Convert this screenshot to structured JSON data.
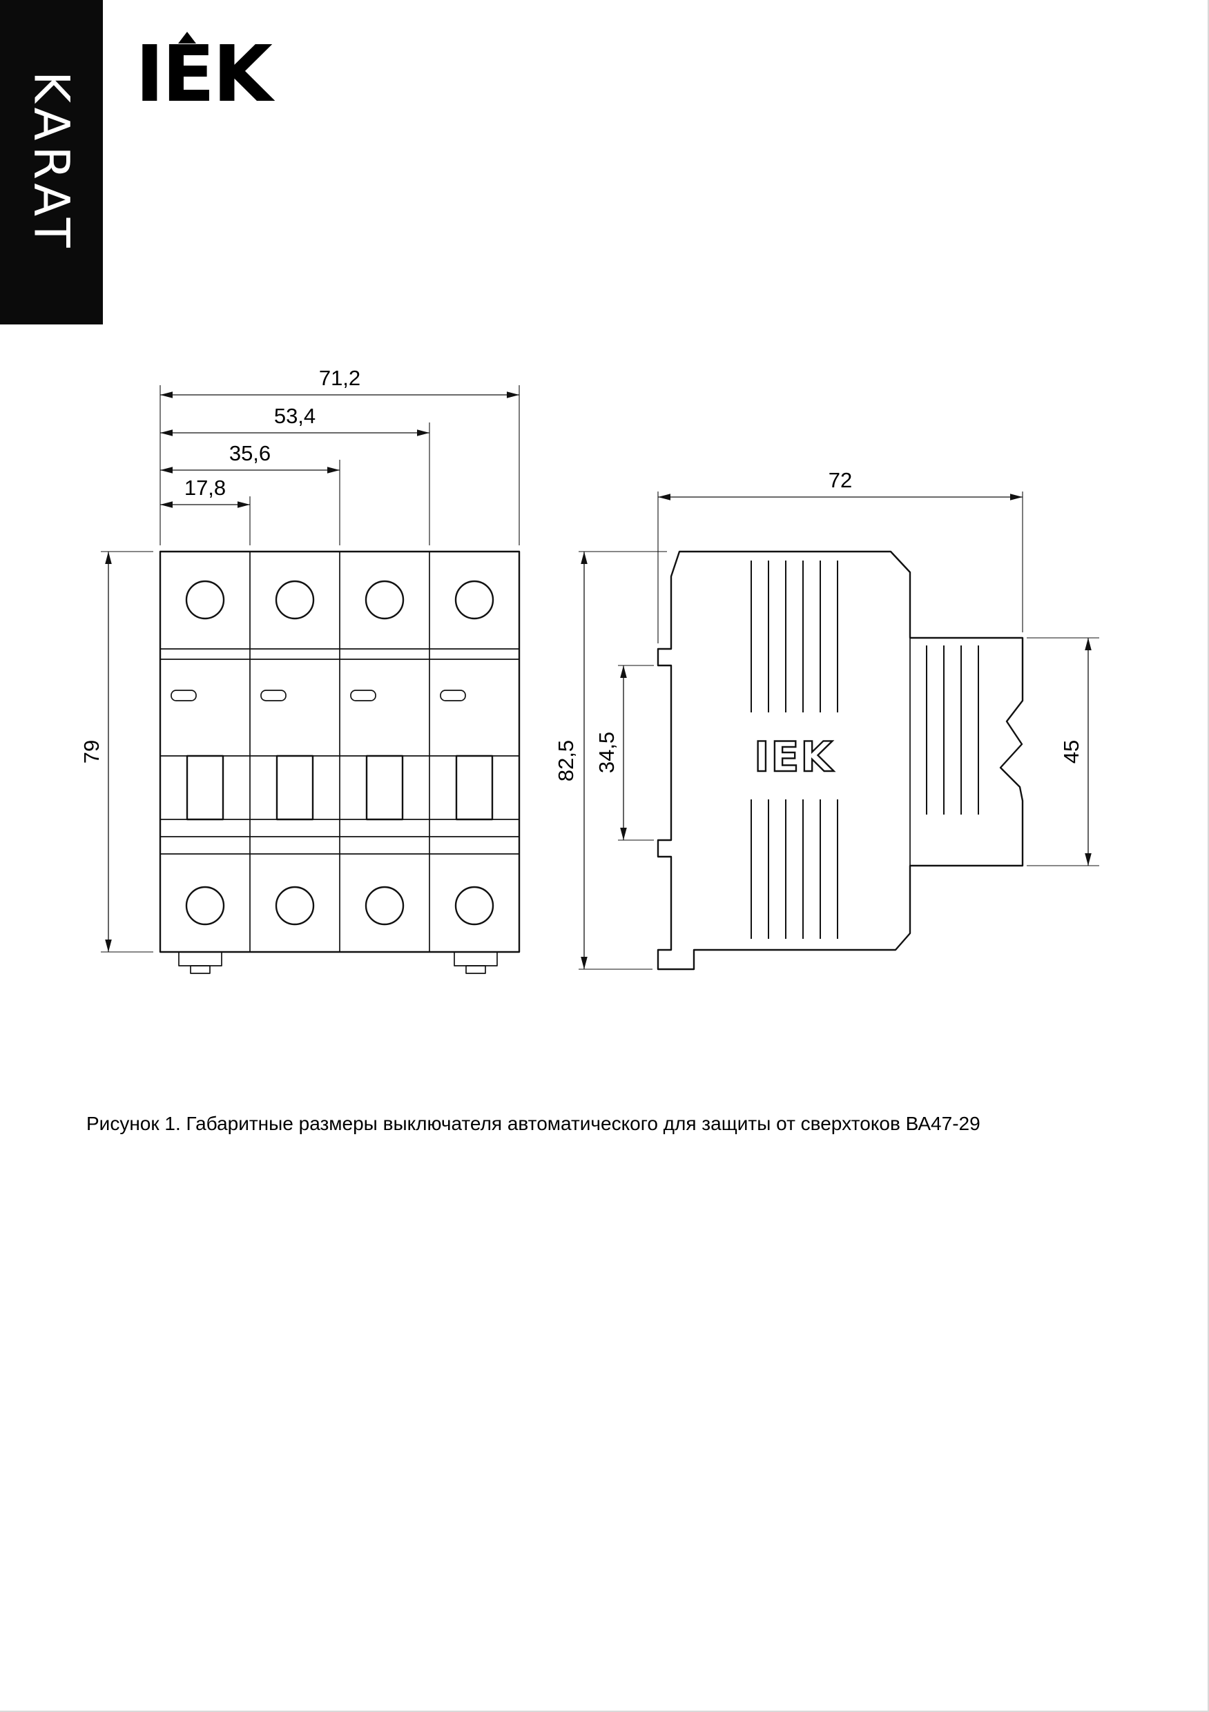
{
  "page": {
    "series_banner": "KARAT",
    "brand_logo": "IEK",
    "caption": "Рисунок 1. Габаритные размеры выключателя автоматического для защиты от сверхтоков ВА47-29"
  },
  "front_view": {
    "dimensions": {
      "width_total": "71,2",
      "width_three_modules": "53,4",
      "width_two_modules": "35,6",
      "width_one_module": "17,8",
      "height": "79"
    }
  },
  "side_view": {
    "logo": "IEK",
    "dimensions": {
      "depth": "72",
      "height_total": "82,5",
      "din_rail_section": "34,5",
      "front_section": "45"
    }
  }
}
